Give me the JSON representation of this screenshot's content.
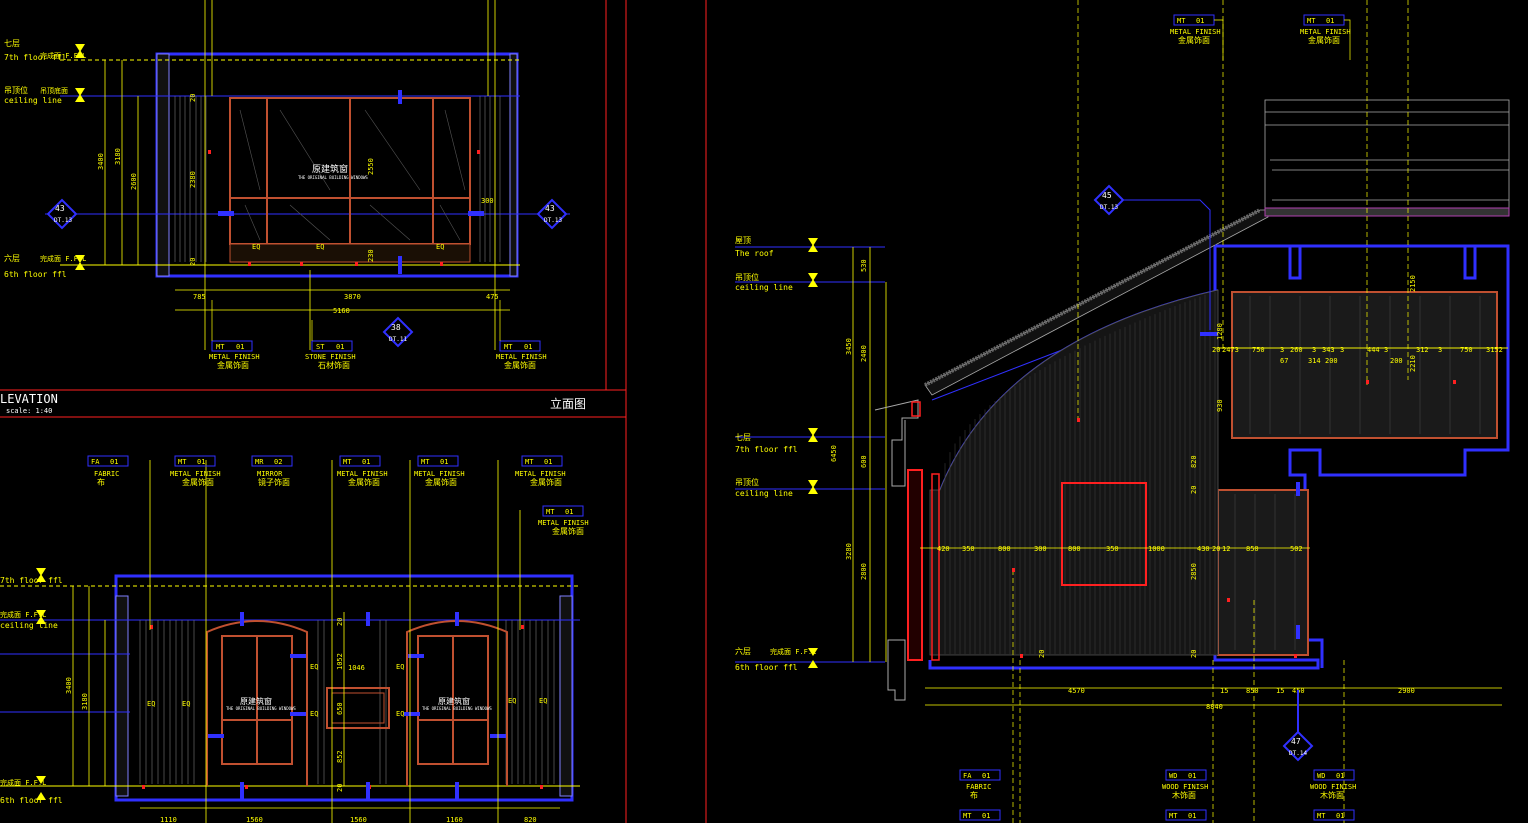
{
  "viewport_labels": {
    "elevation_title": "LEVATION",
    "scale": "scale: 1:40",
    "chinese_title": "立面图"
  },
  "levels": {
    "seventh_cn": "七层",
    "seventh_en": "7th floor ffl",
    "ceiling_cn": "吊顶位",
    "ceiling_en": "ceiling line",
    "sixth_cn": "六层",
    "sixth_en": "6th floor ffl",
    "roof_cn": "屋顶",
    "roof_en": "The roof",
    "ffl_tag": "完成面 F.F.L",
    "ceiling_tag": "吊顶底面"
  },
  "window_label": {
    "cn": "原建筑窗",
    "en": "THE ORIGINAL BUILDING WINDOWS"
  },
  "finish_tags": [
    {
      "code": "MT",
      "no": "01",
      "en": "METAL FINISH",
      "cn": "金属饰面"
    },
    {
      "code": "ST",
      "no": "01",
      "en": "STONE FINISH",
      "cn": "石材饰面"
    },
    {
      "code": "FA",
      "no": "01",
      "en": "FABRIC",
      "cn": "布"
    },
    {
      "code": "MR",
      "no": "02",
      "en": "MIRROR",
      "cn": "镜子饰面"
    },
    {
      "code": "WD",
      "no": "01",
      "en": "WOOD FINISH",
      "cn": "木饰面"
    }
  ],
  "sections": [
    {
      "no": "43",
      "sheet": "DT.13"
    },
    {
      "no": "43",
      "sheet": "DT.13"
    },
    {
      "no": "38",
      "sheet": "DT.11"
    },
    {
      "no": "45",
      "sheet": "DT.13"
    },
    {
      "no": "47",
      "sheet": "DT.14"
    }
  ],
  "top_elevation_dims": {
    "horizontal": [
      "785",
      "3870",
      "475",
      "5160"
    ],
    "vertical": [
      "3400",
      "3180",
      "2600",
      "2380",
      "20",
      "300",
      "230",
      "20",
      "2550"
    ],
    "eq": [
      "EQ",
      "EQ",
      "EQ"
    ]
  },
  "bottom_elevation_dims": {
    "vertical": [
      "3400",
      "3180",
      "1052",
      "650",
      "852",
      "20",
      "20"
    ],
    "horizontal": [
      "1110",
      "1560",
      "1560",
      "1160",
      "820",
      "1046"
    ],
    "eq": [
      "EQ",
      "EQ",
      "EQ",
      "EQ",
      "EQ",
      "EQ",
      "EQ",
      "EQ"
    ]
  },
  "section_dims": {
    "left_vertical": [
      "530",
      "3450",
      "2400",
      "6450",
      "600",
      "3280",
      "2800"
    ],
    "upper_room_h": [
      "20",
      "2473",
      "750",
      "3",
      "260",
      "3",
      "343",
      "3",
      "444",
      "3",
      "312",
      "3",
      "750",
      "3152",
      "67",
      "314",
      "200",
      "200"
    ],
    "upper_room_v": [
      "1280",
      "930",
      "2150",
      "2210"
    ],
    "lower_h": [
      "420",
      "350",
      "800",
      "300",
      "800",
      "350",
      "1000",
      "430",
      "20",
      "12",
      "850",
      "502"
    ],
    "lower_v": [
      "820",
      "2850",
      "20",
      "20",
      "20"
    ],
    "bottom_h": [
      "4570",
      "15",
      "850",
      "15",
      "450",
      "2900",
      "8840"
    ]
  }
}
